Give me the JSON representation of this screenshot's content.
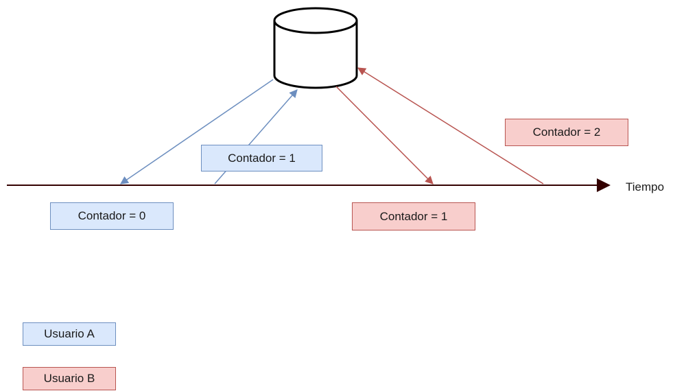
{
  "timeline": {
    "label": "Tiempo"
  },
  "labels": {
    "user_a_initial": "Contador = 0",
    "user_a_write": "Contador = 1",
    "user_b_read": "Contador = 1",
    "user_b_write": "Contador = 2"
  },
  "legend": {
    "user_a": "Usuario A",
    "user_b": "Usuario B"
  },
  "colors": {
    "user_a_fill": "#dae8fc",
    "user_a_stroke": "#6c8ebf",
    "user_b_fill": "#f8cecc",
    "user_b_stroke": "#b85450",
    "timeline": "#330000"
  },
  "icons": {
    "database": "database-cylinder-icon"
  }
}
